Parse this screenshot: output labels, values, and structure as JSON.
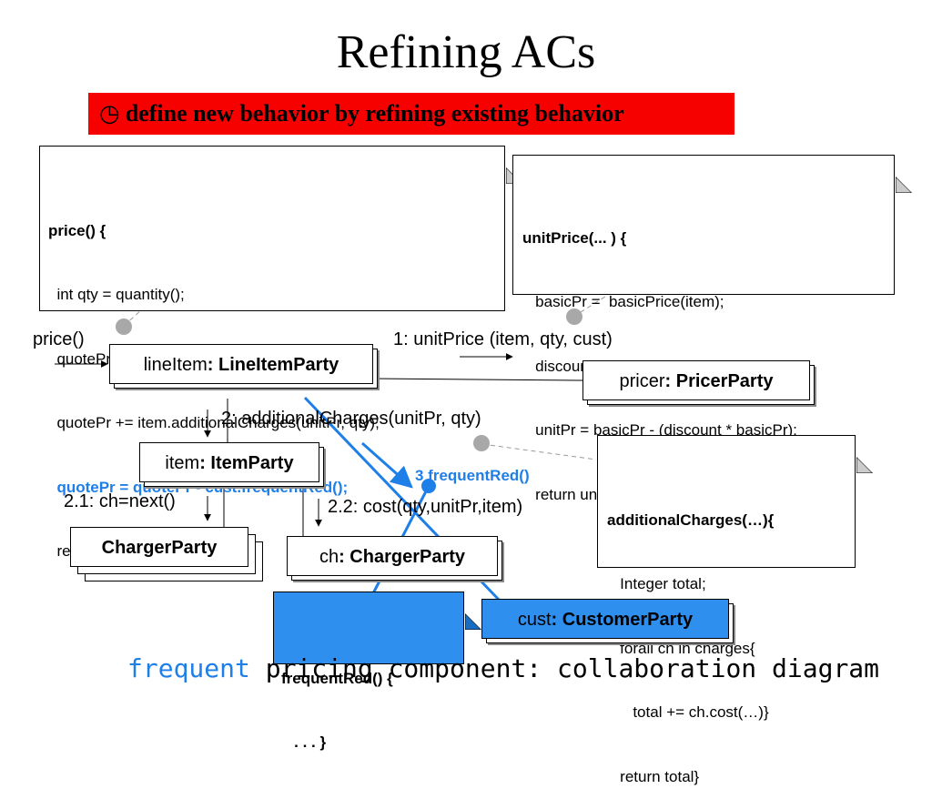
{
  "title": "Refining ACs",
  "banner": {
    "icon": "clock-icon",
    "text": "define new behavior by refining existing behavior",
    "bg": "#f60000"
  },
  "note_price": {
    "lines": [
      {
        "text": "price() {",
        "style": "head"
      },
      {
        "text": "  int qty = quantity();",
        "style": ""
      },
      {
        "text": "  quotePr = pricer.unitPrice(item, qty, cust);",
        "style": ""
      },
      {
        "text": "  quotePr += item.additionalCharges(unitPr, qty);",
        "style": ""
      },
      {
        "text": "  quotePr = quotePr - cust.frequentRed();",
        "style": "hl"
      },
      {
        "text": "  return quotePr; }",
        "style": ""
      }
    ]
  },
  "note_unitprice": {
    "lines": [
      {
        "text": "unitPrice(... ) {",
        "style": "bold"
      },
      {
        "text": "   basicPr =  basicPrice(item);",
        "style": ""
      },
      {
        "text": "   discount = discount(item, qty, cust);",
        "style": ""
      },
      {
        "text": "   unitPr = basicPr - (discount * basicPr);",
        "style": ""
      },
      {
        "text": "   return unitPr; }",
        "style": ""
      }
    ]
  },
  "note_additional": {
    "lines": [
      {
        "text": "additionalCharges(…){",
        "style": "bold"
      },
      {
        "text": "   Integer total;",
        "style": ""
      },
      {
        "text": "   forall ch in charges{",
        "style": ""
      },
      {
        "text": "      total += ch.cost(…)}",
        "style": ""
      },
      {
        "text": "   return total}",
        "style": ""
      }
    ]
  },
  "note_frequent": {
    "lines": [
      {
        "text": "frequentRed() {",
        "style": "bold"
      },
      {
        "text": "   . . . }",
        "style": "bold"
      }
    ],
    "bg": "#2f8fef"
  },
  "objects": {
    "lineitem": {
      "name": "lineItem",
      "type": ": LineItemParty"
    },
    "pricer": {
      "name": "pricer",
      "type": ": PricerParty"
    },
    "item": {
      "name": "item",
      "type": ": ItemParty"
    },
    "charger": {
      "name": "",
      "type": "ChargerParty"
    },
    "ch": {
      "name": "ch",
      "type": ": ChargerParty"
    },
    "cust": {
      "name": "cust",
      "type": ": CustomerParty",
      "bg": "#2f8fef"
    }
  },
  "messages": {
    "price": "price()",
    "unitprice": "1: unitPrice (item, qty, cust)",
    "additional": "2: additionalCharges(unitPr, qty)",
    "frequent": "3 frequentRed()",
    "next": "2.1: ch=next()",
    "cost": "2.2: cost(qty,unitPr,item)"
  },
  "caption": {
    "frequent": "frequent",
    "rest": "pricing component: collaboration diagram"
  },
  "colors": {
    "accent": "#1f7fe8",
    "highlight_box": "#2f8fef",
    "banner": "#f60000"
  }
}
